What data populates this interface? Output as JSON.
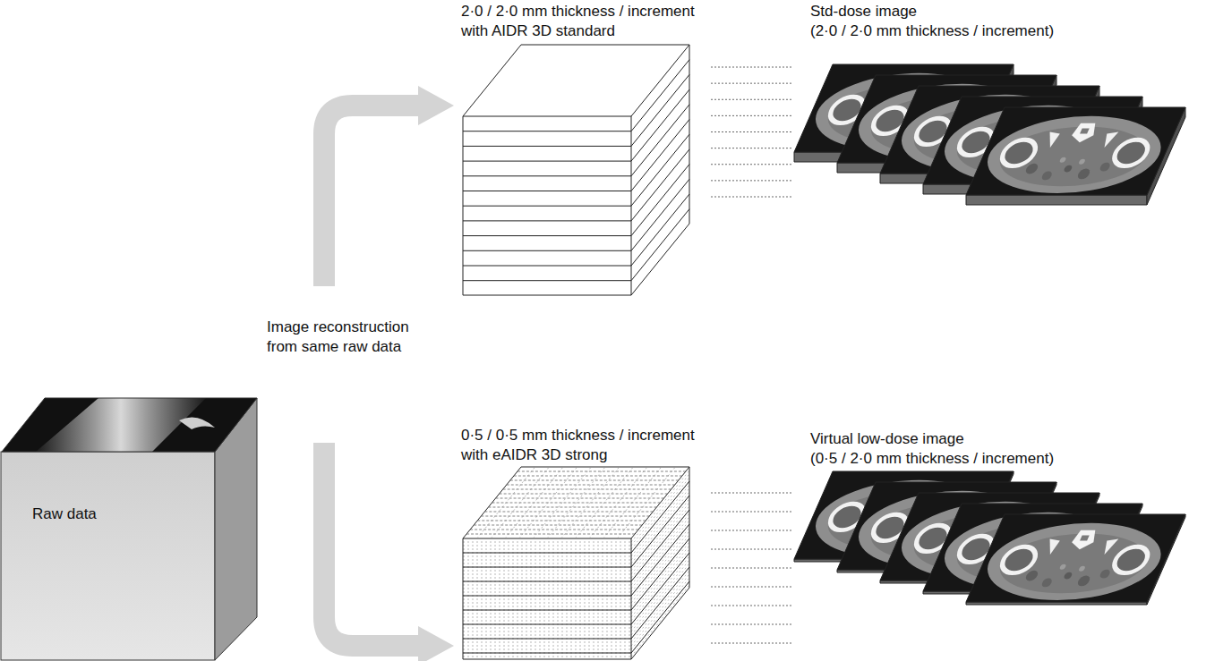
{
  "diagram": {
    "nodes": [
      {
        "text": [
          "Raw data"
        ]
      },
      {
        "text": [
          "2·0 / 2·0 mm thickness / increment with AIDR 3D standard"
        ]
      },
      {
        "text": [
          "Std-dose image",
          "(2·0 / 2·0 mm thickness / increment)"
        ]
      },
      {
        "text": [
          "0·5 / 0·5 mm thickness / increment with eAIDR 3D strong"
        ]
      },
      {
        "text": [
          "Virtual low-dose image",
          "(0·5 / 2·0 mm thickness / increment)"
        ]
      }
    ],
    "edges": [
      {
        "from": 0,
        "to": 1,
        "arrow": "to"
      },
      {
        "from": 0,
        "to": 3,
        "arrow": "to"
      },
      {
        "from": 1,
        "to": 2,
        "arrow": "none"
      },
      {
        "from": 3,
        "to": 4,
        "arrow": "none"
      }
    ],
    "labels": [
      "Image reconstruction from same raw data"
    ]
  }
}
